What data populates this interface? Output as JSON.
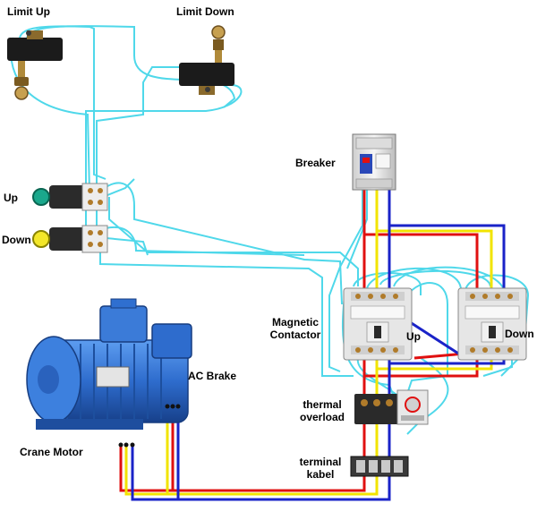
{
  "labels": {
    "limit_up": "Limit Up",
    "limit_down": "Limit Down",
    "breaker": "Breaker",
    "up_button": "Up",
    "down_button": "Down",
    "magnetic_contactor_line1": "Magnetic",
    "magnetic_contactor_line2": "Contactor",
    "contactor_up": "Up",
    "contactor_down": "Down",
    "ac_brake": "AC Brake",
    "thermal_overload_line1": "thermal",
    "thermal_overload_line2": "overload",
    "terminal_kabel_line1": "terminal",
    "terminal_kabel_line2": "kabel",
    "crane_motor": "Crane Motor"
  },
  "colors": {
    "control_wire": "#4fd8ea",
    "phase_red": "#e01010",
    "phase_yellow": "#f2e400",
    "phase_blue": "#1a23c8",
    "motor_body": "#2f6fd0",
    "contactor_body": "#e6e6e6",
    "breaker_body": "#eeeeee",
    "terminal_block": "#3a3a3a"
  },
  "components": [
    {
      "name": "limit-switch-up",
      "icon": "limit-switch-icon"
    },
    {
      "name": "limit-switch-down",
      "icon": "limit-switch-icon"
    },
    {
      "name": "push-button-up",
      "icon": "push-button-icon"
    },
    {
      "name": "push-button-down",
      "icon": "push-button-icon"
    },
    {
      "name": "circuit-breaker",
      "icon": "breaker-icon"
    },
    {
      "name": "magnetic-contactor-up",
      "icon": "contactor-icon"
    },
    {
      "name": "magnetic-contactor-down",
      "icon": "contactor-icon"
    },
    {
      "name": "thermal-overload-relay",
      "icon": "overload-relay-icon"
    },
    {
      "name": "terminal-block",
      "icon": "terminal-block-icon"
    },
    {
      "name": "crane-motor",
      "icon": "motor-icon"
    }
  ]
}
